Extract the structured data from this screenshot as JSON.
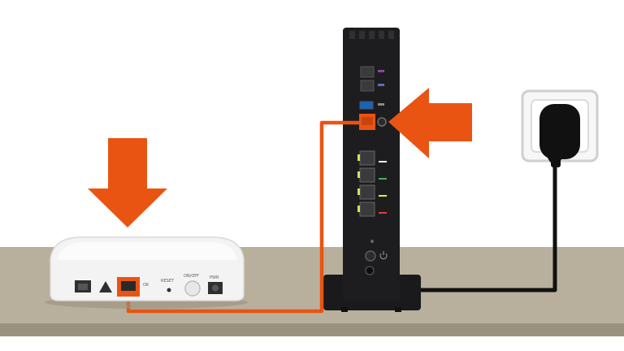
{
  "ont_device": {
    "labels": {
      "port": "OK",
      "reset": "RESET",
      "power_switch": "ON/OFF",
      "power_input": "PWR"
    }
  },
  "colors": {
    "arrow": "#ea5413",
    "fiber_cable": "#ea5413",
    "power_cable": "#111111",
    "table_top": "#b8b09c",
    "table_edge": "#9a927e",
    "router_body": "#1d1d1f",
    "ont_body": "#f3f3f3",
    "led_white": "#f2f2f2",
    "led_green": "#4caf50",
    "led_yellow": "#e8e84a",
    "led_red": "#e53935"
  },
  "icons": [
    "arrow-down-icon",
    "arrow-left-icon",
    "wall-socket-icon",
    "power-plug-icon",
    "power-symbol-icon"
  ]
}
